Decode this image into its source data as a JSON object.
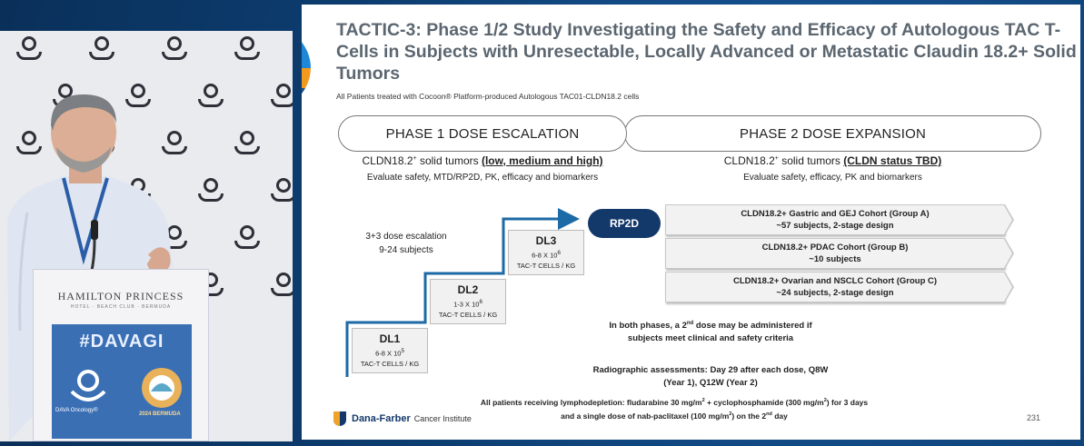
{
  "video": {
    "podium_brand": "HAMILTON PRINCESS",
    "podium_sub": "HOTEL · BEACH CLUB · BERMUDA",
    "hashtag": "#DAVAGI",
    "dava_logo_text": "DAVA Oncology®",
    "bermuda_logo_text": "2024 BERMUDA",
    "icons": [
      "dava-wall-logo-icon",
      "microphone-icon"
    ]
  },
  "slide": {
    "title": "TACTIC-3: Phase 1/2 Study Investigating the Safety and Efficacy of Autologous TAC T-Cells in Subjects with Unresectable, Locally Advanced or Metastatic Claudin 18.2+ Solid Tumors",
    "subhead": "All Patients treated with Cocoon® Platform-produced Autologous TAC01-CLDN18.2 cells",
    "phase1": {
      "label": "PHASE 1 DOSE ESCALATION",
      "tumor_prefix": "CLDN18.2",
      "tumor_sup": "+",
      "tumor_mid": " solid tumors ",
      "tumor_bold": "(low, medium and high)",
      "evaluate": "Evaluate safety, MTD/RP2D, PK, efficacy and biomarkers",
      "escalation_line1": "3+3 dose escalation",
      "escalation_line2": "9-24 subjects"
    },
    "phase2": {
      "label": "PHASE 2 DOSE EXPANSION",
      "tumor_prefix": "CLDN18.2",
      "tumor_sup": "+",
      "tumor_mid": " solid tumors ",
      "tumor_bold": "(CLDN status TBD)",
      "evaluate": "Evaluate safety, efficacy, PK and biomarkers"
    },
    "dose_levels": [
      {
        "label": "DL1",
        "dose": "6-8 X 10",
        "exp": "5",
        "unit": "TAC-T CELLS / KG"
      },
      {
        "label": "DL2",
        "dose": "1-3 X 10",
        "exp": "6",
        "unit": "TAC-T CELLS / KG"
      },
      {
        "label": "DL3",
        "dose": "6-8 X 10",
        "exp": "6",
        "unit": "TAC-T CELLS / KG"
      }
    ],
    "rp2d": "RP2D",
    "cohorts": [
      {
        "line1": "CLDN18.2+ Gastric and GEJ Cohort (Group A)",
        "line2": "~57 subjects, 2-stage design"
      },
      {
        "line1": "CLDN18.2+ PDAC Cohort (Group B)",
        "line2": "~10 subjects"
      },
      {
        "line1": "CLDN18.2+ Ovarian and NSCLC Cohort (Group C)",
        "line2": "~24 subjects, 2-stage design"
      }
    ],
    "second_dose": {
      "pre": "In both phases, a 2",
      "sup": "nd",
      "post": " dose may be administered if",
      "line2": "subjects meet clinical and safety criteria"
    },
    "radiographic": {
      "line1": "Radiographic assessments: Day 29 after each dose, Q8W",
      "line2": "(Year 1), Q12W (Year 2)"
    },
    "lympho": {
      "a": "All patients receiving lymphodepletion: fludarabine 30 mg/m",
      "a_sup": "2",
      "b": " + cyclophosphamide (300 mg/m",
      "b_sup": "2",
      "c": ")  for 3 days",
      "d": "and a single dose of nab-paclitaxel (100 mg/m",
      "d_sup": "2",
      "e": ") on the 2",
      "e_sup": "nd",
      "f": " day"
    },
    "footer": {
      "org": "Dana-Farber",
      "institute": "Cancer Institute",
      "page": "231"
    }
  },
  "colors": {
    "background": "#0e3f73",
    "title_gray": "#5b6670",
    "navy": "#13386a",
    "arc_blue": "#1e88d8",
    "arc_orange": "#f39a1e",
    "banner_blue": "#3a6fb4"
  }
}
